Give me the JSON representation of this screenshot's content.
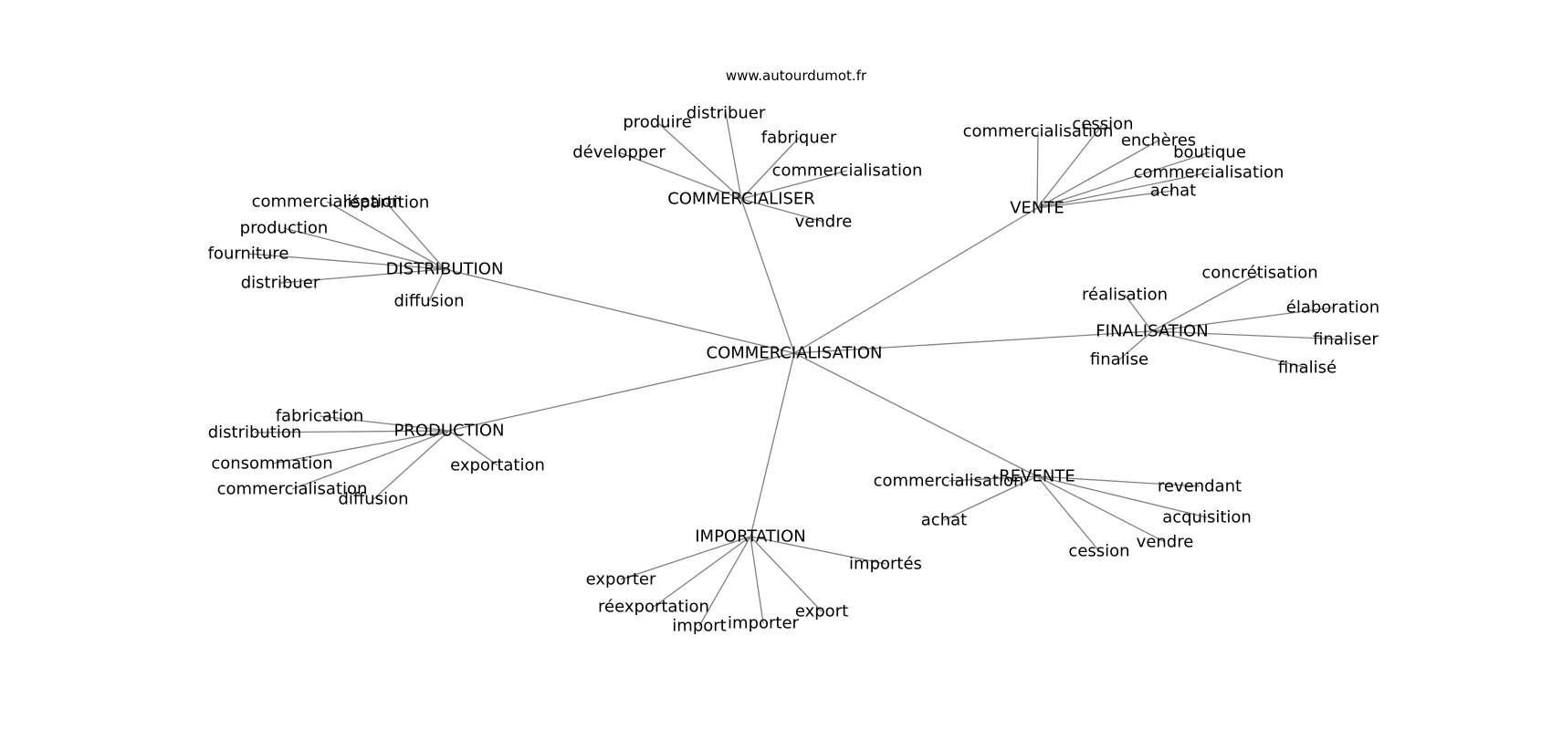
{
  "site": "www.autourdumot.fr",
  "colors": {
    "edge": "#808080",
    "text": "#000000",
    "background": "#ffffff"
  },
  "center": {
    "id": "center",
    "label": "COMMERCIALISATION"
  },
  "hubs": [
    {
      "id": "commercialiser",
      "label": "COMMERCIALISER",
      "words": [
        "produire",
        "distribuer",
        "fabriquer",
        "développer",
        "commercialisation",
        "vendre"
      ]
    },
    {
      "id": "vente",
      "label": "VENTE",
      "words": [
        "commercialisation",
        "cession",
        "enchères",
        "boutique",
        "commercialisation",
        "achat"
      ]
    },
    {
      "id": "distribution",
      "label": "DISTRIBUTION",
      "words": [
        "commercialisation",
        "répartition",
        "production",
        "fourniture",
        "distribuer",
        "diffusion"
      ]
    },
    {
      "id": "finalisation",
      "label": "FINALISATION",
      "words": [
        "concrétisation",
        "réalisation",
        "élaboration",
        "finaliser",
        "finalise",
        "finalisé"
      ]
    },
    {
      "id": "production",
      "label": "PRODUCTION",
      "words": [
        "fabrication",
        "distribution",
        "consommation",
        "exportation",
        "commercialisation",
        "diffusion"
      ]
    },
    {
      "id": "revente",
      "label": "REVENTE",
      "words": [
        "commercialisation",
        "revendant",
        "achat",
        "acquisition",
        "vendre",
        "cession"
      ]
    },
    {
      "id": "importation",
      "label": "IMPORTATION",
      "words": [
        "exporter",
        "importés",
        "réexportation",
        "export",
        "import",
        "importer"
      ]
    }
  ]
}
